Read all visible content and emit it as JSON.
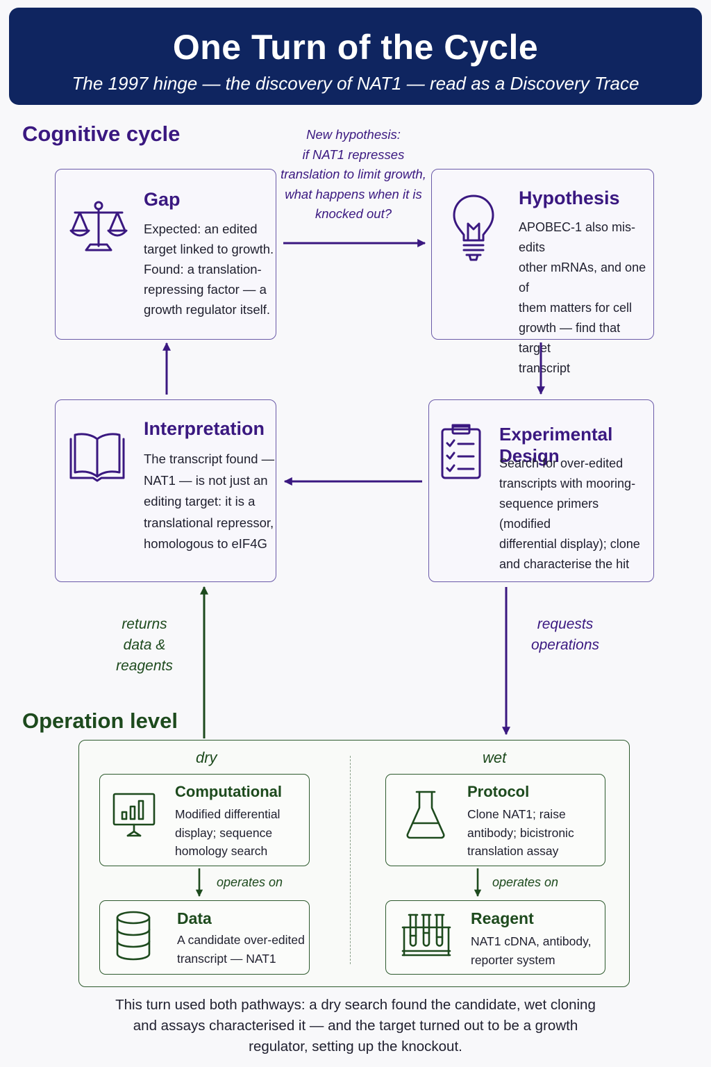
{
  "header": {
    "title": "One Turn of the Cycle",
    "subtitle": "The 1997 hinge — the discovery of NAT1 — read as a Discovery Trace"
  },
  "cognitive": {
    "section_title": "Cognitive cycle",
    "new_hypothesis_note": [
      "New hypothesis:",
      "if NAT1 represses",
      "translation to limit growth,",
      "what happens when it is",
      "knocked out?"
    ],
    "gap": {
      "title": "Gap",
      "icon": "scales-icon",
      "lines": [
        "Expected: an edited",
        "target linked to growth.",
        "Found: a translation-",
        "repressing factor — a",
        "growth regulator itself."
      ]
    },
    "hypothesis": {
      "title": "Hypothesis",
      "icon": "lightbulb-icon",
      "lines": [
        "APOBEC-1 also mis-edits",
        "other mRNAs, and one of",
        "them matters for cell",
        "growth — find that target",
        "transcript"
      ]
    },
    "interpretation": {
      "title": "Interpretation",
      "icon": "open-book-icon",
      "lines": [
        "The transcript found —",
        "NAT1 — is not just an",
        "editing target: it is a",
        "translational repressor,",
        "homologous to eIF4G"
      ]
    },
    "design": {
      "title": "Experimental Design",
      "icon": "clipboard-checklist-icon",
      "lines": [
        "Search for over-edited",
        "transcripts with mooring-",
        "sequence primers (modified",
        "differential display); clone",
        "and characterise the hit"
      ]
    },
    "returns_note": [
      "returns",
      "data &",
      "reagents"
    ],
    "requests_note": [
      "requests",
      "operations"
    ]
  },
  "operation": {
    "section_title": "Operation level",
    "dry_label": "dry",
    "wet_label": "wet",
    "operates_on": "operates on",
    "computational": {
      "title": "Computational",
      "icon": "monitor-chart-icon",
      "lines": [
        "Modified differential",
        "display; sequence",
        "homology search"
      ]
    },
    "data": {
      "title": "Data",
      "icon": "database-icon",
      "lines": [
        "A candidate over-edited",
        "transcript — NAT1"
      ]
    },
    "protocol": {
      "title": "Protocol",
      "icon": "flask-icon",
      "lines": [
        "Clone NAT1; raise",
        "antibody; bicistronic",
        "translation assay"
      ]
    },
    "reagent": {
      "title": "Reagent",
      "icon": "test-tubes-icon",
      "lines": [
        "NAT1 cDNA, antibody,",
        "reporter system"
      ]
    }
  },
  "footer": {
    "lines": [
      "This turn used both pathways: a dry search found the candidate, wet cloning",
      "and assays characterised it — and the target turned out to be a growth",
      "regulator, setting up the knockout."
    ]
  },
  "colors": {
    "header_bg": "#0f2560",
    "purple": "#3a1880",
    "green": "#1d4a1d"
  }
}
